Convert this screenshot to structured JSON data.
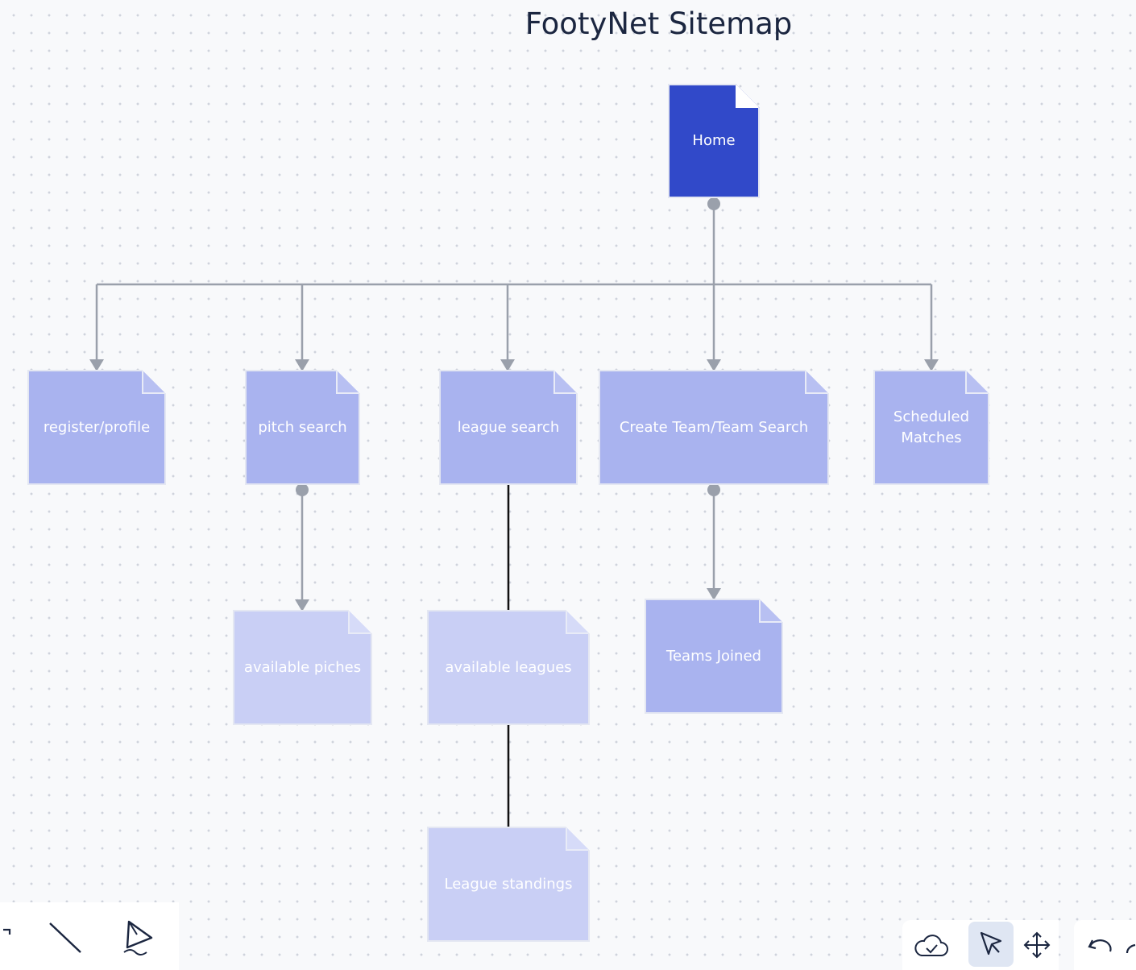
{
  "diagram": {
    "title": "FootyNet Sitemap",
    "nodes": {
      "home": "Home",
      "register": "register/profile",
      "pitch": "pitch search",
      "league": "league search",
      "team": "Create Team/Team Search",
      "scheduled": "Scheduled Matches",
      "piches": "available piches",
      "leagues": "available leagues",
      "teams_joined": "Teams Joined",
      "standings": "League standings"
    },
    "colors": {
      "primary": "#3149c9",
      "secondary": "#a9b3ef",
      "tertiary": "#c9cff5",
      "connector": "#9aa0ab"
    }
  },
  "toolbar": {
    "left_tools": [
      "shape-tool",
      "line-tool",
      "pen-tool"
    ],
    "right_tools": [
      "cloud-save-icon",
      "select-pointer-icon",
      "pan-move-icon",
      "undo-icon"
    ]
  }
}
